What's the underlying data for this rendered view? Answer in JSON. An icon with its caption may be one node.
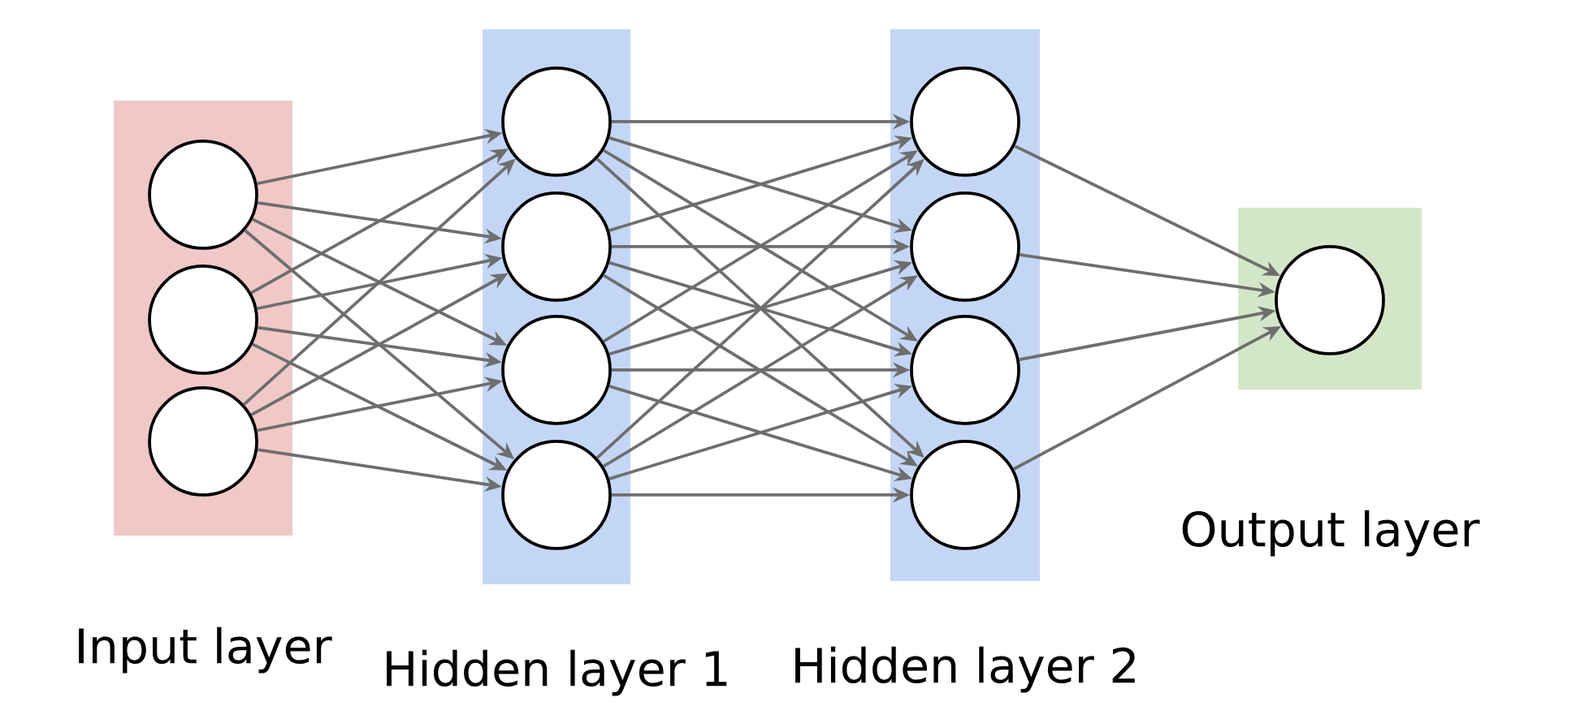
{
  "diagram": {
    "nodes": [
      {
        "text": [
          "Input layer"
        ]
      },
      {
        "text": [],
        "shape": "circle",
        "in": 0
      },
      {
        "text": [],
        "shape": "circle",
        "in": 0
      },
      {
        "text": [],
        "shape": "circle",
        "in": 0
      },
      {
        "text": [
          "Hidden layer 1"
        ]
      },
      {
        "text": [],
        "shape": "circle",
        "in": 4
      },
      {
        "text": [],
        "shape": "circle",
        "in": 4
      },
      {
        "text": [],
        "shape": "circle",
        "in": 4
      },
      {
        "text": [],
        "shape": "circle",
        "in": 4
      },
      {
        "text": [
          "Hidden layer 2"
        ]
      },
      {
        "text": [],
        "shape": "circle",
        "in": 9
      },
      {
        "text": [],
        "shape": "circle",
        "in": 9
      },
      {
        "text": [],
        "shape": "circle",
        "in": 9
      },
      {
        "text": [],
        "shape": "circle",
        "in": 9
      },
      {
        "text": [
          "Output layer"
        ]
      },
      {
        "text": [],
        "shape": "circle",
        "in": 14
      }
    ],
    "edges": [
      {
        "from": 1,
        "to": 5,
        "arrow": "to"
      },
      {
        "from": 1,
        "to": 6,
        "arrow": "to"
      },
      {
        "from": 1,
        "to": 7,
        "arrow": "to"
      },
      {
        "from": 1,
        "to": 8,
        "arrow": "to"
      },
      {
        "from": 2,
        "to": 5,
        "arrow": "to"
      },
      {
        "from": 2,
        "to": 6,
        "arrow": "to"
      },
      {
        "from": 2,
        "to": 7,
        "arrow": "to"
      },
      {
        "from": 2,
        "to": 8,
        "arrow": "to"
      },
      {
        "from": 3,
        "to": 5,
        "arrow": "to"
      },
      {
        "from": 3,
        "to": 6,
        "arrow": "to"
      },
      {
        "from": 3,
        "to": 7,
        "arrow": "to"
      },
      {
        "from": 3,
        "to": 8,
        "arrow": "to"
      },
      {
        "from": 5,
        "to": 10,
        "arrow": "to"
      },
      {
        "from": 5,
        "to": 11,
        "arrow": "to"
      },
      {
        "from": 5,
        "to": 12,
        "arrow": "to"
      },
      {
        "from": 5,
        "to": 13,
        "arrow": "to"
      },
      {
        "from": 6,
        "to": 10,
        "arrow": "to"
      },
      {
        "from": 6,
        "to": 11,
        "arrow": "to"
      },
      {
        "from": 6,
        "to": 12,
        "arrow": "to"
      },
      {
        "from": 6,
        "to": 13,
        "arrow": "to"
      },
      {
        "from": 7,
        "to": 10,
        "arrow": "to"
      },
      {
        "from": 7,
        "to": 11,
        "arrow": "to"
      },
      {
        "from": 7,
        "to": 12,
        "arrow": "to"
      },
      {
        "from": 7,
        "to": 13,
        "arrow": "to"
      },
      {
        "from": 8,
        "to": 10,
        "arrow": "to"
      },
      {
        "from": 8,
        "to": 11,
        "arrow": "to"
      },
      {
        "from": 8,
        "to": 12,
        "arrow": "to"
      },
      {
        "from": 8,
        "to": 13,
        "arrow": "to"
      },
      {
        "from": 10,
        "to": 15,
        "arrow": "to"
      },
      {
        "from": 11,
        "to": 15,
        "arrow": "to"
      },
      {
        "from": 12,
        "to": 15,
        "arrow": "to"
      },
      {
        "from": 13,
        "to": 15,
        "arrow": "to"
      }
    ]
  }
}
